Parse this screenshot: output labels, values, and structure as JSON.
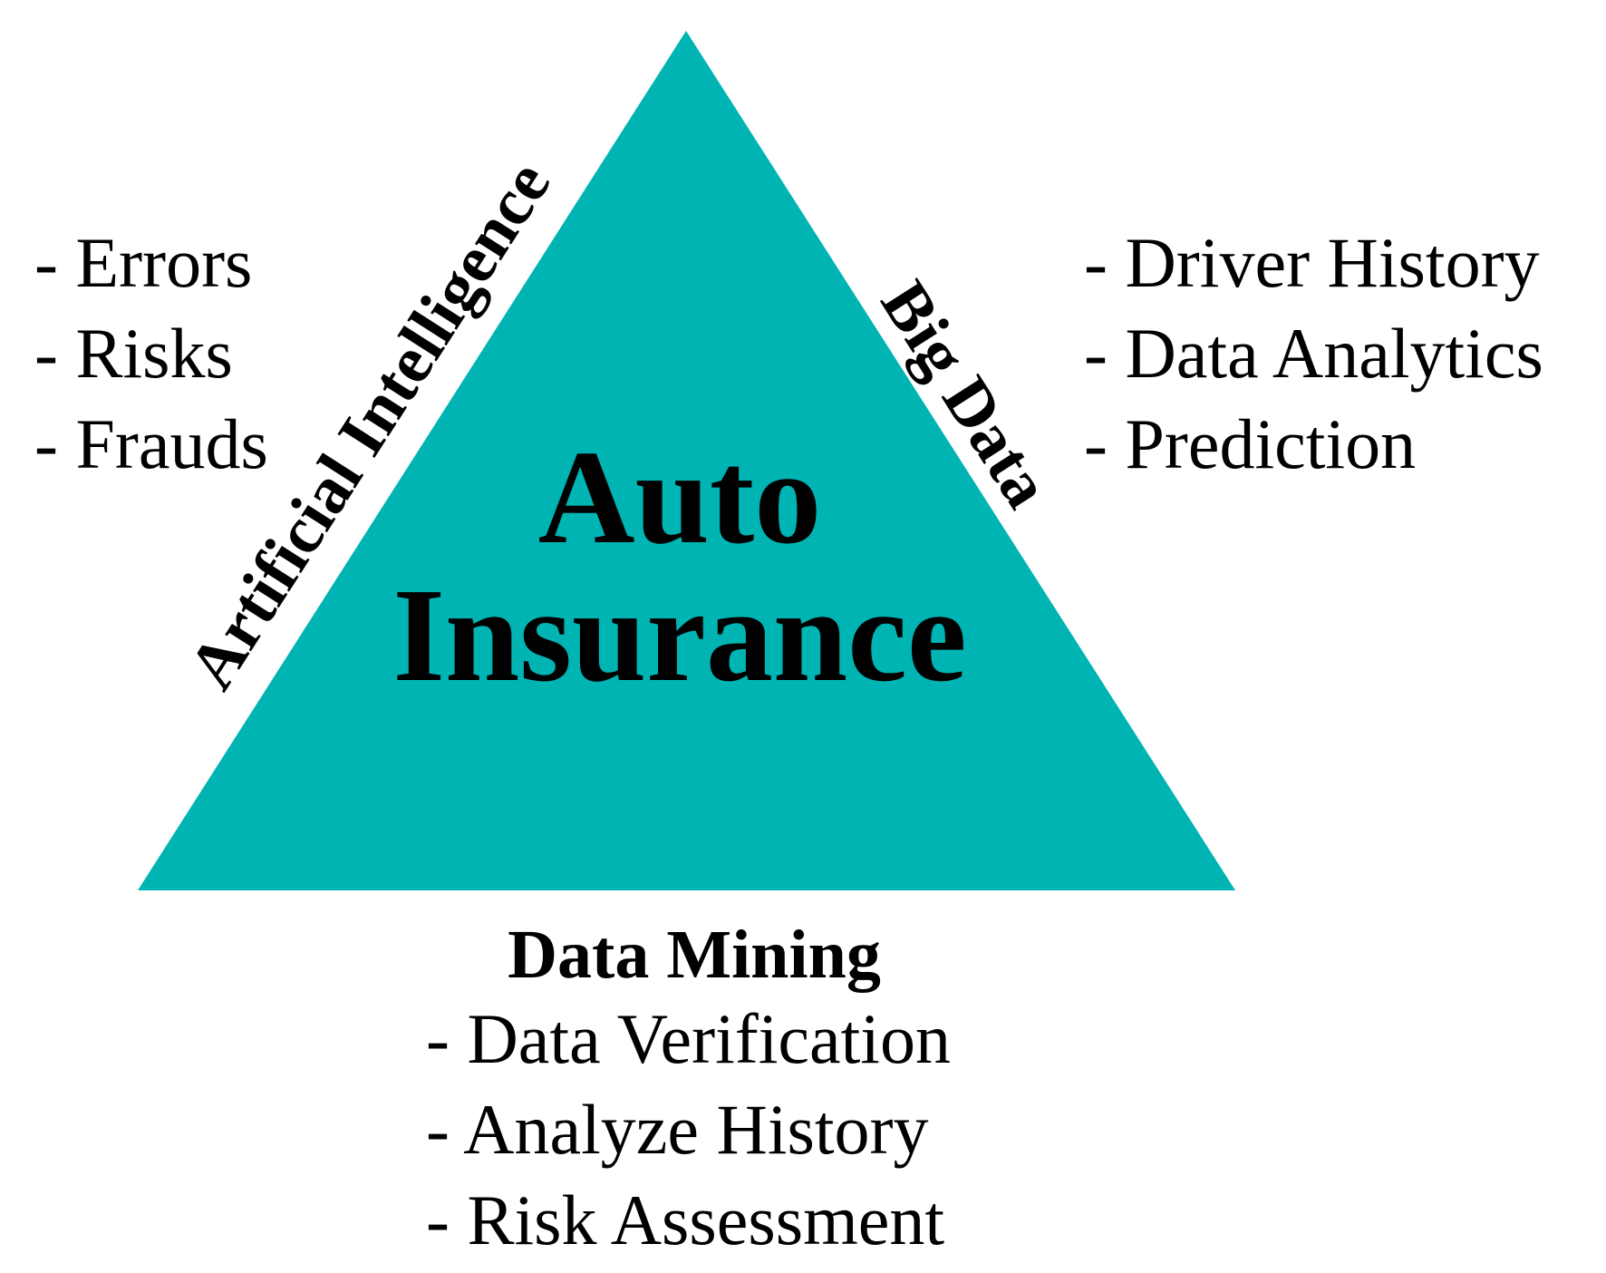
{
  "colors": {
    "triangle_fill": "#00B4B4",
    "text": "#000000",
    "background": "#FFFFFF"
  },
  "center": {
    "line1": "Auto",
    "line2": "Insurance"
  },
  "left_edge": {
    "label": "Artificial Intelligence",
    "items": [
      "- Errors",
      "- Risks",
      "- Frauds"
    ]
  },
  "right_edge": {
    "label": "Big Data",
    "items": [
      "- Driver History",
      "- Data Analytics",
      "- Prediction"
    ]
  },
  "bottom_edge": {
    "label": "Data Mining",
    "items": [
      "- Data Verification",
      "- Analyze History",
      "- Risk Assessment"
    ]
  }
}
